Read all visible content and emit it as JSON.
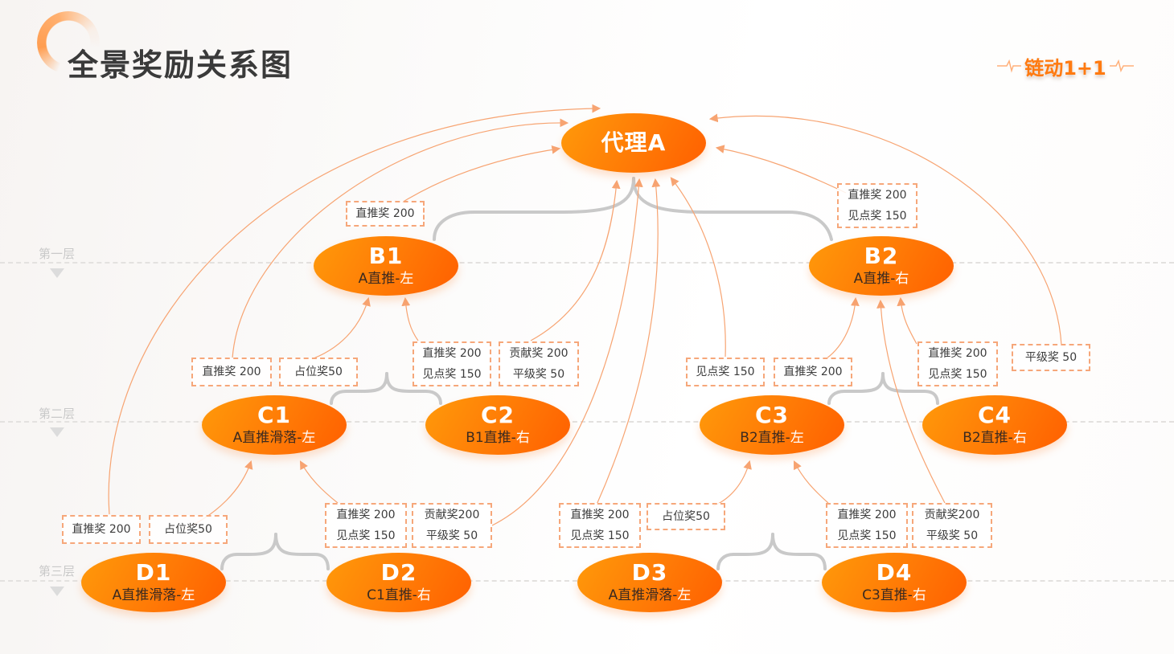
{
  "header": {
    "title": "全景奖励关系图",
    "brand": "链动1+1"
  },
  "levels": [
    "第一层",
    "第二层",
    "第三层"
  ],
  "colors": {
    "node_gradient_start": "#ff9a0a",
    "node_gradient_end": "#ff5f00",
    "arrow": "#f5a070",
    "tree_connector": "#c8c8c8",
    "tag_border": "#f6a77a",
    "title": "#3a3a3a",
    "brand": "#ff7a10"
  },
  "nodes": {
    "A": {
      "name": "代理A",
      "sub": ""
    },
    "B1": {
      "name": "B1",
      "sub": "A直推-左"
    },
    "B2": {
      "name": "B2",
      "sub": "A直推-右"
    },
    "C1": {
      "name": "C1",
      "sub": "A直推滑落-左"
    },
    "C2": {
      "name": "C2",
      "sub": "B1直推-右"
    },
    "C3": {
      "name": "C3",
      "sub": "B2直推-左"
    },
    "C4": {
      "name": "C4",
      "sub": "B2直推-右"
    },
    "D1": {
      "name": "D1",
      "sub": "A直推滑落-左"
    },
    "D2": {
      "name": "D2",
      "sub": "C1直推-右"
    },
    "D3": {
      "name": "D3",
      "sub": "A直推滑落-左"
    },
    "D4": {
      "name": "D4",
      "sub": "C3直推-右"
    }
  },
  "reward_tags": {
    "b1_to_a": [
      "直推奖 200"
    ],
    "b2_to_a": [
      "直推奖 200",
      "见点奖 150"
    ],
    "c1_to_a": [
      "直推奖 200"
    ],
    "c1_to_b1": [
      "占位奖50"
    ],
    "c2_to_b1": [
      "直推奖 200",
      "见点奖 150"
    ],
    "c2_to_a": [
      "贡献奖 200",
      "平级奖 50"
    ],
    "c3_to_a": [
      "见点奖 150"
    ],
    "c3_to_b2": [
      "直推奖 200"
    ],
    "c4_to_b2": [
      "直推奖 200",
      "见点奖 150"
    ],
    "c4_to_a": [
      "平级奖 50"
    ],
    "d1_to_a": [
      "直推奖 200"
    ],
    "d1_to_c1": [
      "占位奖50"
    ],
    "d2_to_c1": [
      "直推奖 200",
      "见点奖 150"
    ],
    "d2_to_a": [
      "贡献奖200",
      "平级奖 50"
    ],
    "d3_to_a": [
      "直推奖 200",
      "见点奖 150"
    ],
    "d3_to_c3": [
      "占位奖50"
    ],
    "d4_to_c3": [
      "直推奖 200",
      "见点奖 150"
    ],
    "d4_to_b2": [
      "贡献奖200",
      "平级奖 50"
    ]
  }
}
